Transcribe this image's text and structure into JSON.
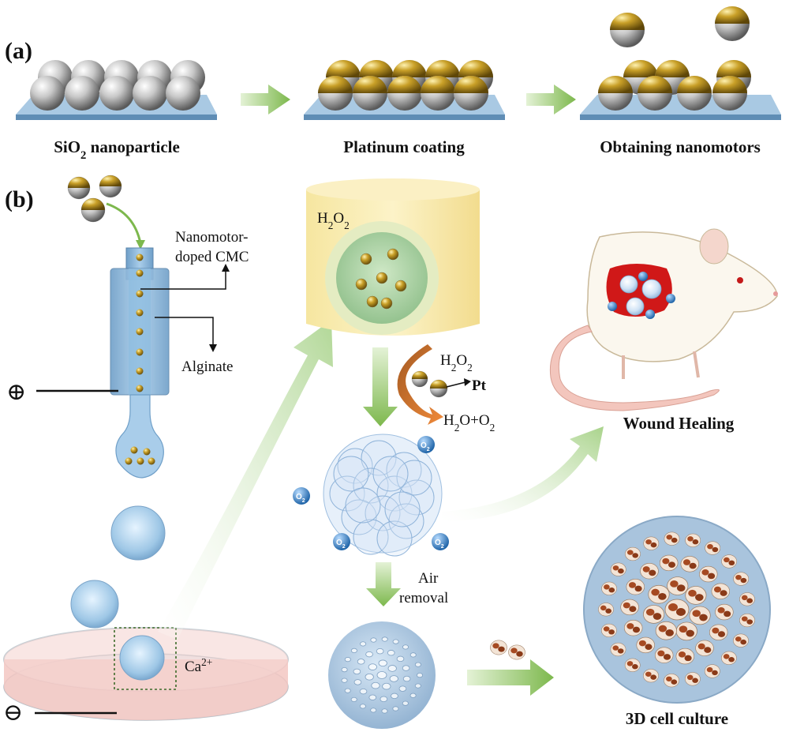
{
  "panel_a": {
    "label": "(a)",
    "steps": [
      {
        "prefix": "SiO",
        "sub": "2",
        "suffix": " nanoparticle"
      },
      {
        "prefix": "Platinum coating",
        "sub": "",
        "suffix": ""
      },
      {
        "prefix": "Obtaining nanomotors",
        "sub": "",
        "suffix": ""
      }
    ]
  },
  "panel_b": {
    "label": "(b)",
    "nanomotor_label_1": "Nanomotor-",
    "nanomotor_label_2": "doped CMC",
    "alginate_label": "Alginate",
    "electrode_plus": "⊕",
    "electrode_minus": "⊖",
    "calcium": {
      "base": "Ca",
      "sup": "2+"
    },
    "h2o2_box": {
      "base": "H",
      "sub1": "2",
      "mid": "O",
      "sub2": "2"
    },
    "reaction": {
      "input": {
        "base": "H",
        "sub1": "2",
        "mid": "O",
        "sub2": "2"
      },
      "catalyst": "Pt",
      "output": {
        "base": "H",
        "sub1": "2",
        "mid": "O+O",
        "sub2": "2"
      }
    },
    "oxygen": {
      "base": "O",
      "sub": "2"
    },
    "air_removal_1": "Air",
    "air_removal_2": "removal",
    "wound_healing": "Wound Healing",
    "cell_culture": "3D cell culture"
  },
  "colors": {
    "gold": "#b8901c",
    "silver": "#9a9a9a",
    "substrate": "#8fb8d8",
    "arrow_green": "#8cc063",
    "h2o2_box": "#f7e7a3",
    "oxygen_blue": "#2f7fc1",
    "dish_pink": "#f2b5b0",
    "wound_red": "#d01818",
    "cell_brown": "#a64a22"
  }
}
